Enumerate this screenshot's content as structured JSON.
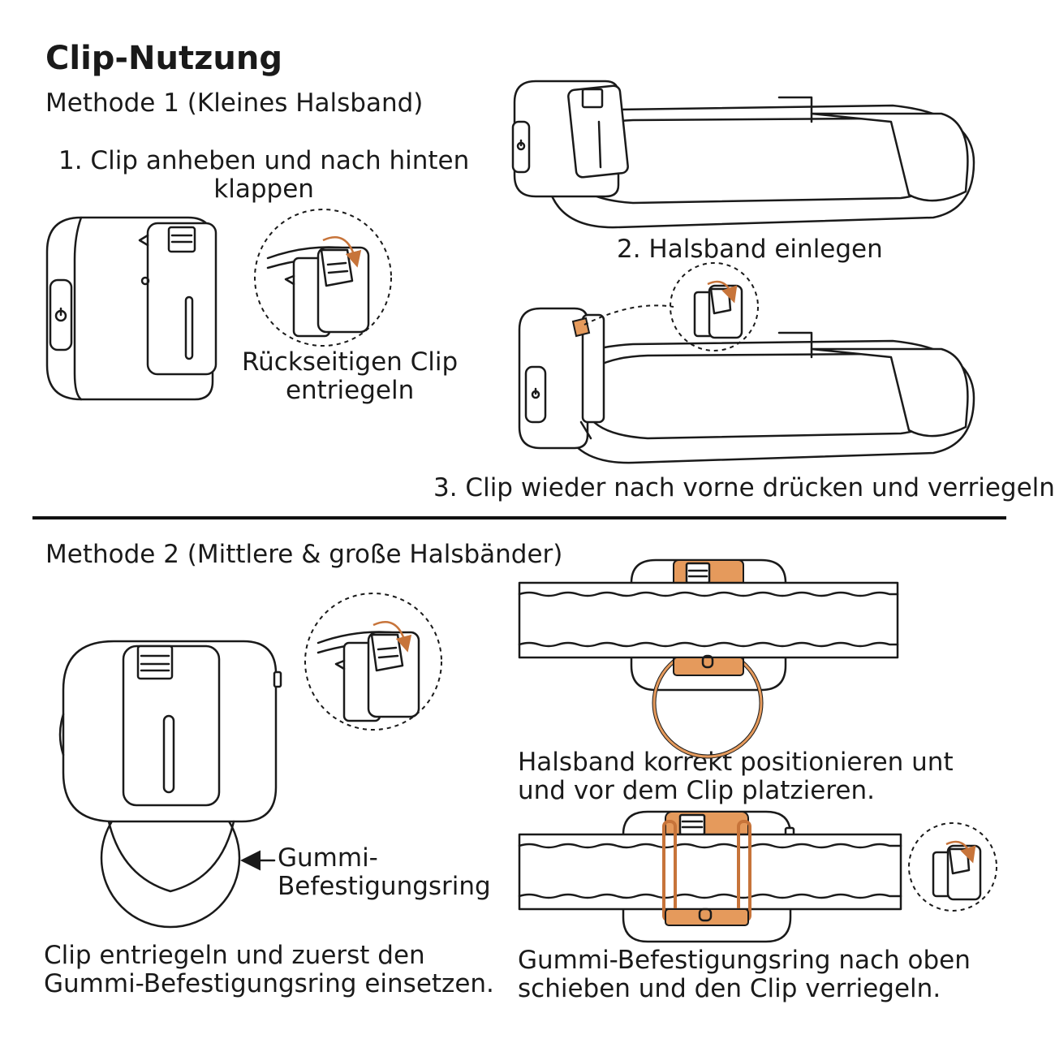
{
  "title": "Clip-Nutzung",
  "method1": {
    "heading": "Methode 1 (Kleines Halsband)",
    "step1_line1": "1. Clip anheben und nach hinten",
    "step1_line2": "klappen",
    "unlock_line1": "Rückseitigen Clip",
    "unlock_line2": "entriegeln",
    "step2": "2. Halsband einlegen",
    "step3": "3. Clip wieder nach vorne drücken und verriegeln"
  },
  "method2": {
    "heading": "Methode 2 (Mittlere & große Halsbänder)",
    "ring_label_line1": "Gummi-",
    "ring_label_line2": "Befestigungsring",
    "caption_left_line1": "Clip entriegeln und zuerst den",
    "caption_left_line2": "Gummi-Befestigungsring einsetzen.",
    "place_line1": "Halsband korrekt positionieren unt",
    "place_line2": "und vor dem Clip platzieren.",
    "caption_right_line1": "Gummi-Befestigungsring nach oben",
    "caption_right_line2": "schieben und den Clip verriegeln."
  },
  "colors": {
    "accent": "#e59a5c",
    "line": "#1a1a1a",
    "background": "#ffffff"
  },
  "icons": [
    "power-icon",
    "rotate-arrow-icon",
    "pointer-arrow-icon"
  ]
}
